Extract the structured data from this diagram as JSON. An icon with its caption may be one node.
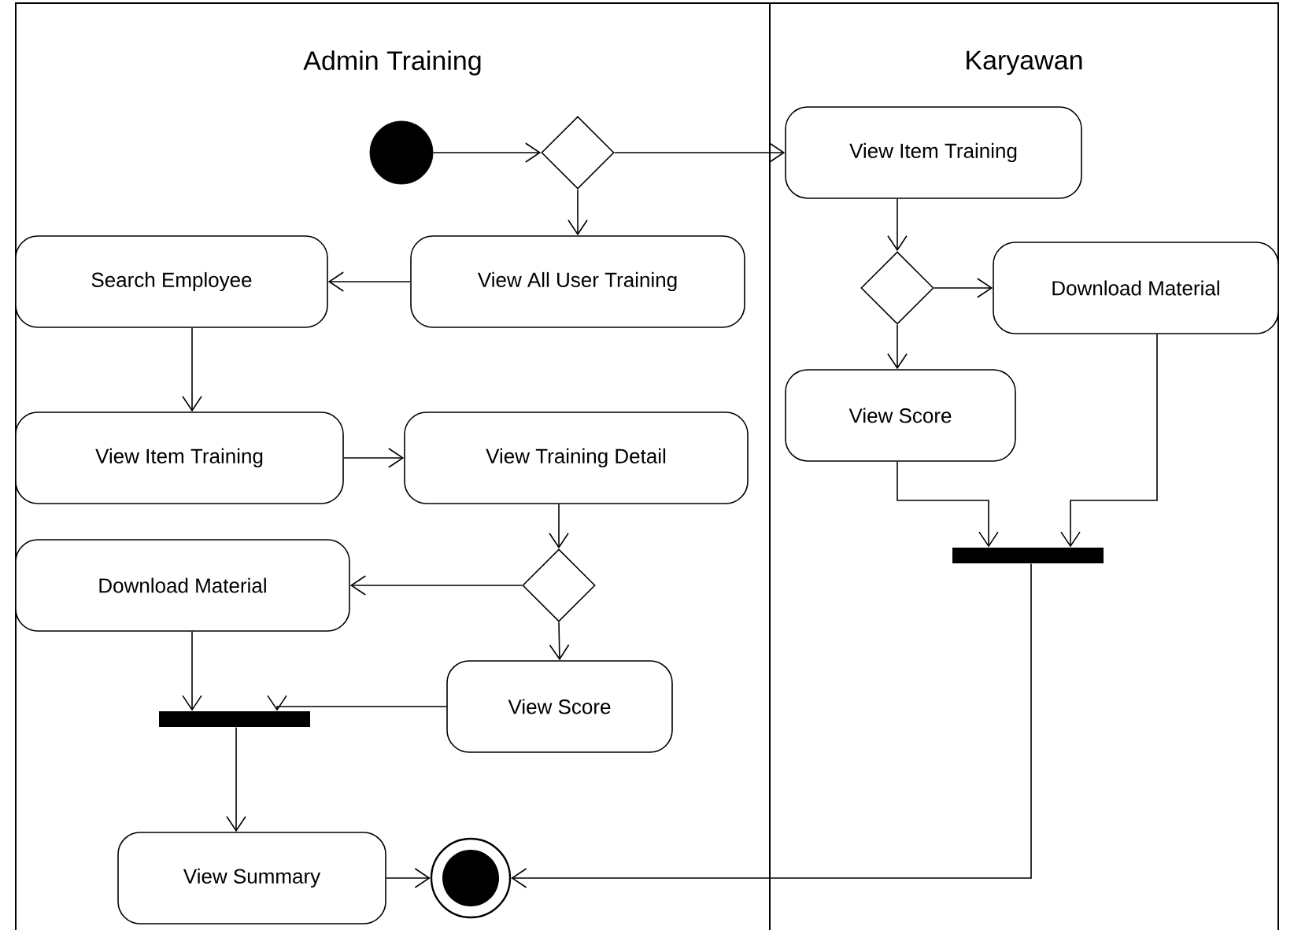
{
  "diagram": {
    "nodes": [
      {
        "text": [
          "Admin Training"
        ]
      },
      {
        "text": [
          "Karyawan"
        ]
      },
      {
        "text": [],
        "shape": "circle",
        "in": 0
      },
      {
        "text": [],
        "shape": "diamond",
        "in": 0
      },
      {
        "text": [
          "View Item Training"
        ],
        "in": 1
      },
      {
        "text": [
          "View All User Training"
        ],
        "in": 0
      },
      {
        "text": [
          "Search Employee"
        ],
        "in": 0
      },
      {
        "text": [
          "View Item Training"
        ],
        "in": 0
      },
      {
        "text": [
          "View Training Detail"
        ],
        "in": 0
      },
      {
        "text": [],
        "shape": "diamond",
        "in": 0
      },
      {
        "text": [
          "Download Material"
        ],
        "in": 0
      },
      {
        "text": [
          "View Score"
        ],
        "in": 0
      },
      {
        "text": [],
        "shape": "bar",
        "in": 0
      },
      {
        "text": [
          "View Summary"
        ],
        "in": 0
      },
      {
        "text": [],
        "shape": "circle",
        "in": 0
      },
      {
        "text": [],
        "shape": "diamond",
        "in": 1
      },
      {
        "text": [
          "Download Material"
        ],
        "in": 1
      },
      {
        "text": [
          "View Score"
        ],
        "in": 1
      },
      {
        "text": [],
        "shape": "bar",
        "in": 1
      }
    ],
    "edges": [
      {
        "from": 2,
        "to": 3,
        "arrow": "to"
      },
      {
        "from": 3,
        "to": 4,
        "arrow": "to"
      },
      {
        "from": 3,
        "to": 5,
        "arrow": "to"
      },
      {
        "from": 5,
        "to": 6,
        "arrow": "to"
      },
      {
        "from": 6,
        "to": 7,
        "arrow": "to"
      },
      {
        "from": 7,
        "to": 8,
        "arrow": "to"
      },
      {
        "from": 8,
        "to": 9,
        "arrow": "to"
      },
      {
        "from": 9,
        "to": 10,
        "arrow": "to"
      },
      {
        "from": 9,
        "to": 11,
        "arrow": "to"
      },
      {
        "from": 10,
        "to": 12,
        "arrow": "to"
      },
      {
        "from": 11,
        "to": 12,
        "arrow": "to"
      },
      {
        "from": 12,
        "to": 13,
        "arrow": "to"
      },
      {
        "from": 13,
        "to": 14,
        "arrow": "to"
      },
      {
        "from": 4,
        "to": 15,
        "arrow": "to"
      },
      {
        "from": 15,
        "to": 16,
        "arrow": "to"
      },
      {
        "from": 15,
        "to": 17,
        "arrow": "to"
      },
      {
        "from": 17,
        "to": 18,
        "arrow": "to"
      },
      {
        "from": 16,
        "to": 18,
        "arrow": "to"
      },
      {
        "from": 18,
        "to": 14,
        "arrow": "to"
      }
    ]
  }
}
